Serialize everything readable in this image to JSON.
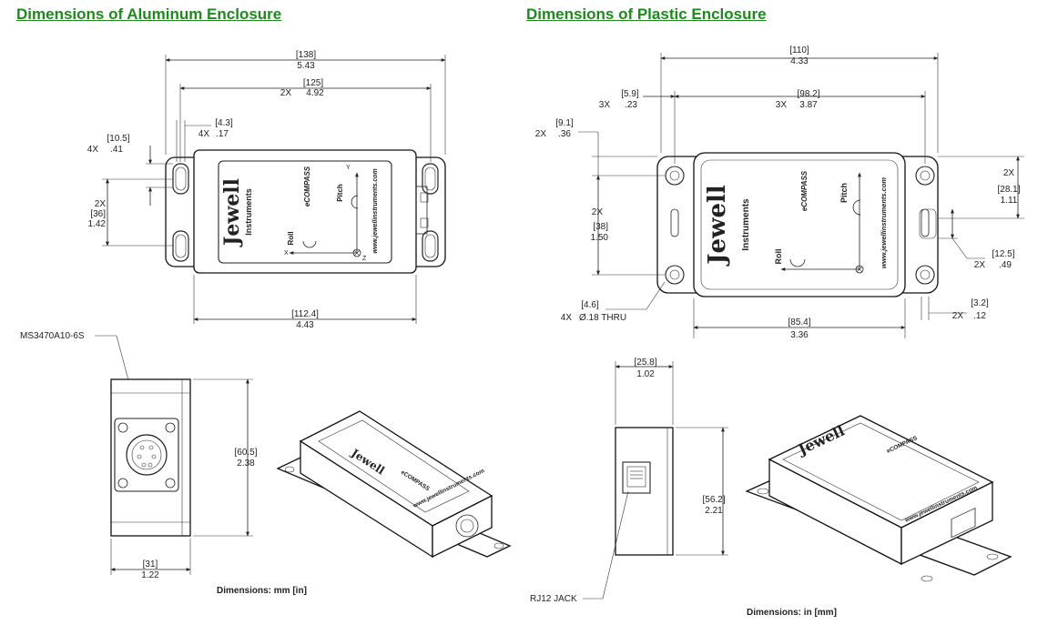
{
  "headings": {
    "aluminum": "Dimensions of Aluminum Enclosure",
    "plastic": "Dimensions of Plastic Enclosure"
  },
  "aluminum": {
    "dims": {
      "overall_mm": "[138]",
      "overall_in": "5.43",
      "holes_prefix": "2X",
      "holes_mm": "[125]",
      "holes_in": "4.92",
      "slot_prefix": "4X",
      "slot_mm": "[4.3]",
      "slot_in": ".17",
      "tab_prefix": "4X",
      "tab_mm": "[10.5]",
      "tab_in": ".41",
      "vspan_prefix": "2X",
      "vspan_mm": "[36]",
      "vspan_in": "1.42",
      "body_mm": "[112.4]",
      "body_in": "4.43",
      "height_mm": "[60.5]",
      "height_in": "2.38",
      "depth_mm": "[31]",
      "depth_in": "1.22"
    },
    "connector_label": "MS3470A10-6S",
    "units_note": "Dimensions: mm [in]",
    "product": {
      "brand": "Jewell",
      "sub": "Instruments",
      "model": "eCOMPASS",
      "url": "www.jewellinstruments.com",
      "pitch": "Pitch",
      "roll": "Roll",
      "x": "X",
      "y": "Y",
      "z": "Z"
    }
  },
  "plastic": {
    "dims": {
      "overall_mm": "[110]",
      "overall_in": "4.33",
      "tab_prefix": "3X",
      "tab_mm": "[5.9]",
      "tab_in": ".23",
      "holes_prefix": "3X",
      "holes_mm": "[98.2]",
      "holes_in": "3.87",
      "top_prefix": "2X",
      "top_mm": "[9.1]",
      "top_in": ".36",
      "vspan_prefix": "2X",
      "vspan_mm": "[38]",
      "vspan_in": "1.50",
      "right_prefix": "2X",
      "right_mm": "[28.1]",
      "right_in": "1.11",
      "slot_prefix": "2X",
      "slot_mm": "[12.5]",
      "slot_in": ".49",
      "thru_prefix": "4X",
      "thru_mm": "[4.6]",
      "thru_in": "Ø.18 THRU",
      "wall_prefix": "2X",
      "wall_mm": "[3.2]",
      "wall_in": ".12",
      "body_mm": "[85.4]",
      "body_in": "3.36",
      "depth_mm": "[25.8]",
      "depth_in": "1.02",
      "height_mm": "[56.2]",
      "height_in": "2.21"
    },
    "jack_label": "RJ12 JACK",
    "units_note": "Dimensions: in [mm]"
  },
  "colors": {
    "heading": "#1e8a1e",
    "line": "#222222"
  }
}
